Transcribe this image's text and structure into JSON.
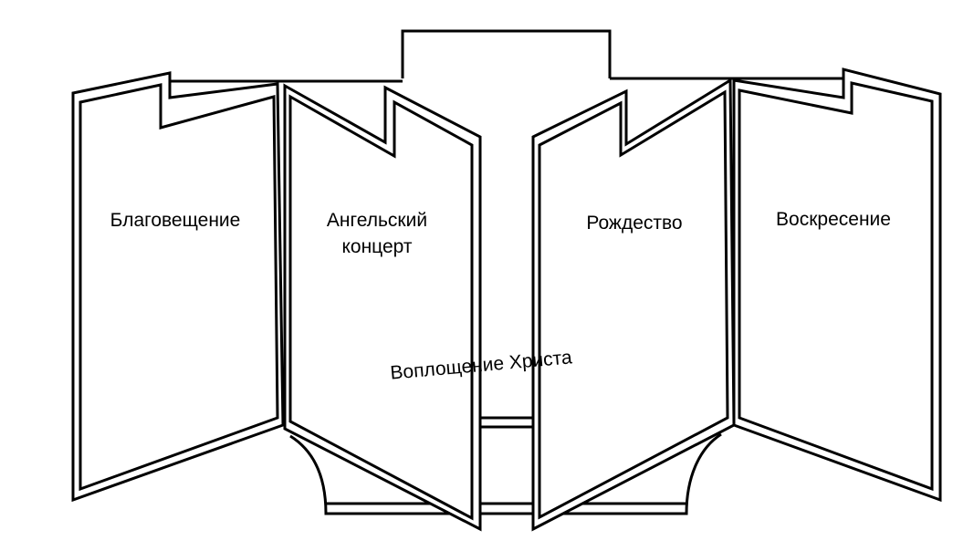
{
  "panels": {
    "annunciation": "Благовещение",
    "angel_concert_line1": "Ангельский",
    "angel_concert_line2": "концерт",
    "nativity": "Рождество",
    "resurrection": "Воскресение"
  },
  "center_caption": "Воплощение Христа",
  "colors": {
    "stroke": "#000000",
    "background": "#ffffff"
  }
}
